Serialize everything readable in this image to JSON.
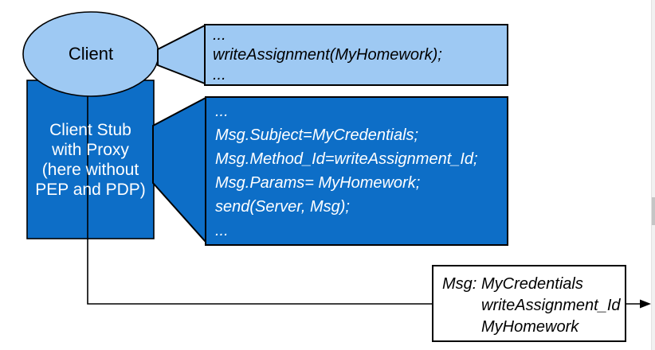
{
  "colors": {
    "light_blue": "#9EC9F3",
    "dark_blue": "#0D6EC7",
    "outline": "#000000",
    "message_box_fill": "#FFFFFF",
    "connector": "#000000",
    "scrollbar_track": "#F1F1F1",
    "scrollbar_thumb": "#C5C5C5"
  },
  "client": {
    "label": "Client"
  },
  "client_stub": {
    "label": "Client Stub\nwith Proxy\n(here without\nPEP and PDP)"
  },
  "client_code_callout": {
    "lines": [
      "...",
      "writeAssignment(MyHomework);",
      "..."
    ]
  },
  "stub_code_callout": {
    "lines": [
      "...",
      "Msg.Subject=MyCredentials;",
      "Msg.Method_Id=writeAssignment_Id;",
      "Msg.Params= MyHomework;",
      "send(Server, Msg);",
      "..."
    ]
  },
  "message_box": {
    "label": "Msg:",
    "values": [
      "MyCredentials",
      "writeAssignment_Id",
      "MyHomework"
    ]
  }
}
